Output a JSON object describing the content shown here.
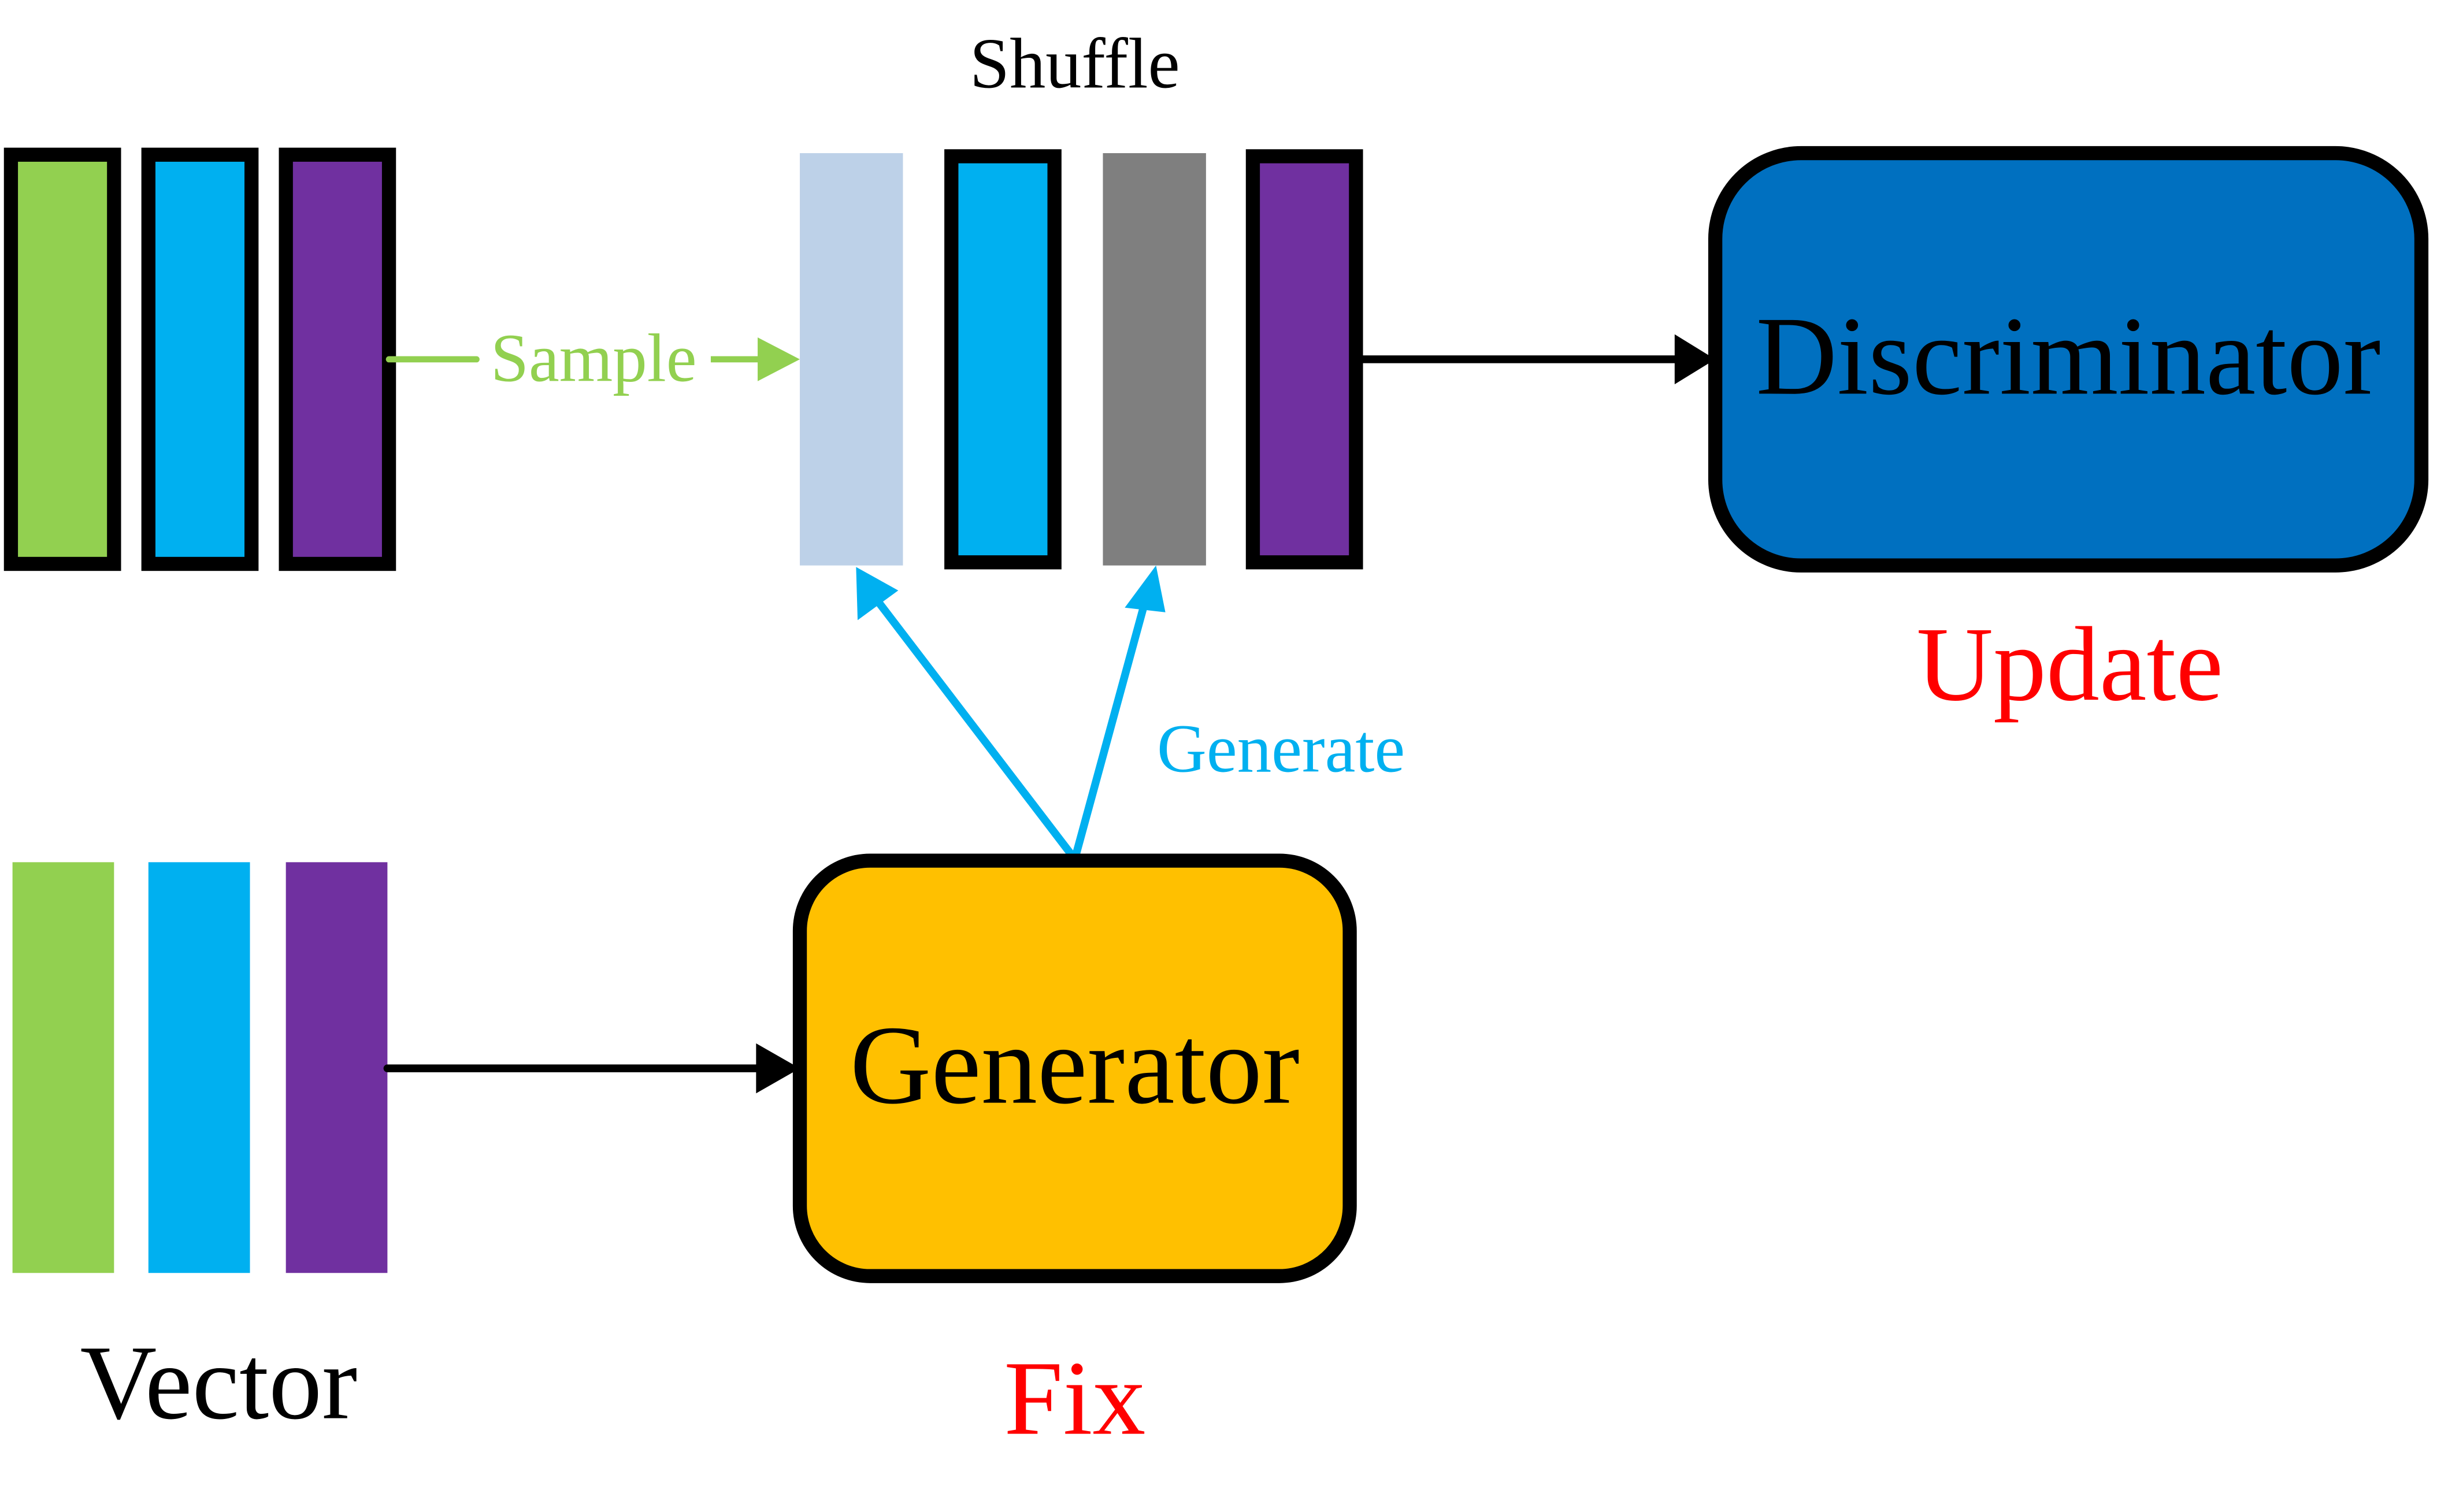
{
  "labels": {
    "shuffle": "Shuffle",
    "sample": "Sample",
    "generate": "Generate",
    "discriminator": "Discriminator",
    "generator": "Generator",
    "update": "Update",
    "fix": "Fix",
    "vector": "Vector"
  },
  "colors": {
    "green": "#92d050",
    "blue": "#00b0f0",
    "purple": "#7030a0",
    "light_blue": "#bdd1e8",
    "gray": "#7f7f7f",
    "discriminator_fill": "#0070c0",
    "generator_fill": "#ffc000",
    "red_label": "#ff0000",
    "black": "#000000"
  },
  "real_data_bars": [
    "green",
    "blue",
    "purple"
  ],
  "shuffle_bars": [
    {
      "color": "light_blue",
      "source": "generated"
    },
    {
      "color": "blue",
      "source": "real"
    },
    {
      "color": "gray",
      "source": "generated"
    },
    {
      "color": "purple",
      "source": "real"
    }
  ],
  "vector_bars": [
    "green",
    "blue",
    "purple"
  ]
}
